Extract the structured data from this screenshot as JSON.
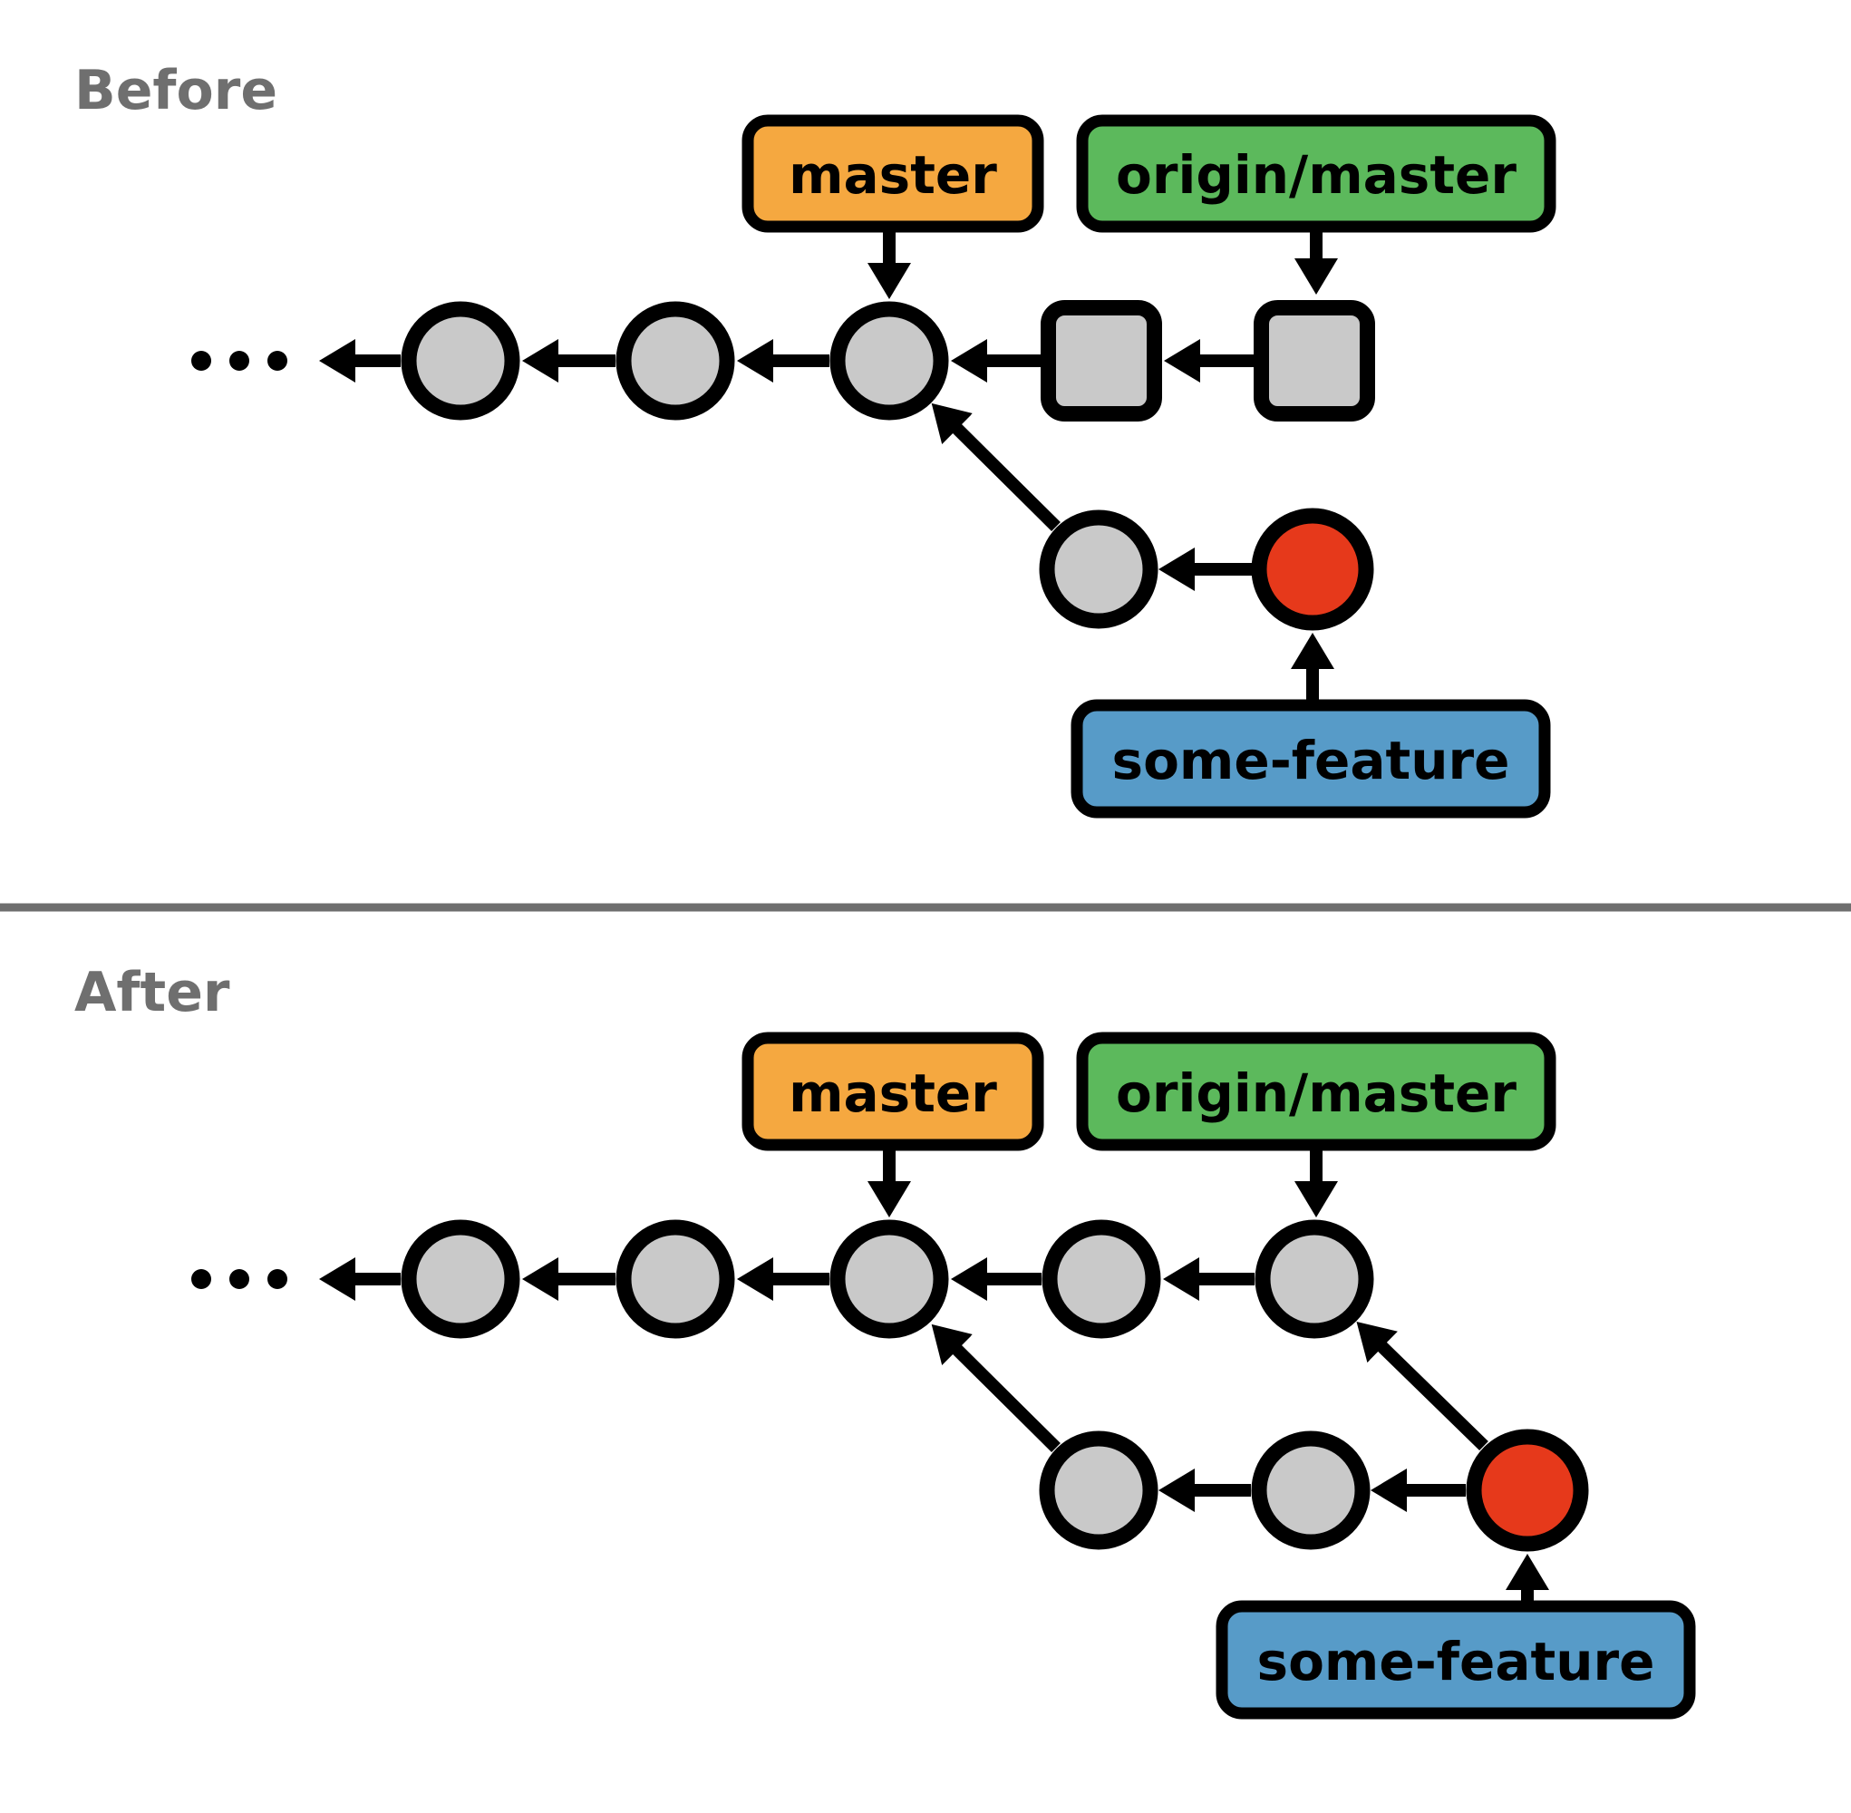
{
  "headings": {
    "before": "Before",
    "after": "After"
  },
  "labels": {
    "master": "master",
    "origin_master": "origin/master",
    "some_feature": "some-feature"
  },
  "colors": {
    "background": "#FFFFFF",
    "master_box": "#F5A840",
    "origin_master_box": "#5CB95C",
    "some_feature_box": "#579BC8",
    "commit_gray": "#C9C9C9",
    "commit_red": "#E6391B",
    "outline": "#000000",
    "heading_text": "#6F6F6F",
    "divider": "#6E6E6E",
    "label_text": "#000000"
  },
  "diagram": {
    "before": {
      "main_row": [
        "ellipsis",
        "gray-circle",
        "gray-circle",
        "gray-circle",
        "gray-square",
        "gray-square"
      ],
      "feature_row": [
        "gray-circle",
        "red-circle"
      ],
      "pointers": [
        {
          "label": "master",
          "points_to": "3rd main circle"
        },
        {
          "label": "origin/master",
          "points_to": "2nd main square"
        },
        {
          "label": "some-feature",
          "points_to": "red feature circle"
        }
      ],
      "edges": "each commit points left to its parent; first feature commit points diagonally up-left to the master commit"
    },
    "after": {
      "main_row": [
        "ellipsis",
        "gray-circle",
        "gray-circle",
        "gray-circle",
        "gray-circle",
        "gray-circle"
      ],
      "feature_row": [
        "gray-circle",
        "gray-circle",
        "red-circle"
      ],
      "pointers": [
        {
          "label": "master",
          "points_to": "3rd main circle"
        },
        {
          "label": "origin/master",
          "points_to": "5th main circle"
        },
        {
          "label": "some-feature",
          "points_to": "red feature circle"
        }
      ],
      "edges": "each commit points left to its parent; first feature commit points up-left to the 3rd main circle; red feature commit points up-left to the 5th main circle"
    }
  }
}
